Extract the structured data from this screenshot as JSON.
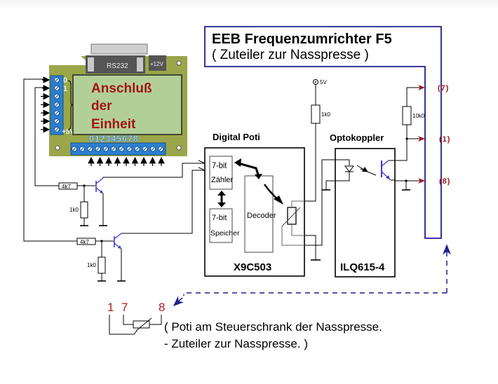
{
  "title": {
    "main": "EEB Frequenzumrichter F5",
    "sub": "( Zuteiler zur Nasspresse )"
  },
  "board": {
    "connector_label": "RS232",
    "power_label": "+12V",
    "overlay_lines": [
      "Anschluß",
      "der",
      "Einheit"
    ],
    "left_terminal_labels": [
      "0",
      "1",
      "+5V"
    ],
    "bottom_terminal_digits": "012345678"
  },
  "input_stage": {
    "series_resistor": "4k7",
    "pulldown_resistor": "1k0"
  },
  "digital_poti": {
    "heading": "Digital Poti",
    "counter_label": [
      "7-bit",
      "Zähler"
    ],
    "memory_label": [
      "7-bit",
      "Speicher"
    ],
    "decoder_label": "Decoder",
    "chip": "X9C503"
  },
  "supply": {
    "voltage_label": "5V",
    "pullup_resistor": "1k0"
  },
  "optocoupler": {
    "heading": "Optokoppler",
    "chip": "ILQ615-4",
    "pullup_resistor": "10k0"
  },
  "outputs": [
    "(7)",
    "(1)",
    "(8)"
  ],
  "remote_poti": {
    "pins": [
      "1",
      "7",
      "8"
    ],
    "caption_line1": "( Poti am Steuerschrank der Nasspresse.",
    "caption_line2": "- Zuteiler zur Nasspresse. )"
  },
  "colors": {
    "frame_blue": "#1e1e8c",
    "output_red": "#a01616",
    "pcb_green": "#9aa64a",
    "terminal_blue": "#2a7fd0",
    "transistor_blue": "#3a3ad8"
  }
}
